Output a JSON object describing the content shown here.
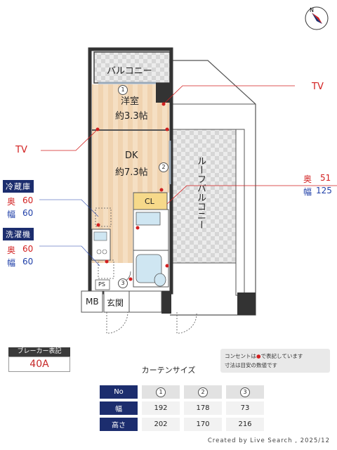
{
  "rooms": {
    "balcony": "バルコニー",
    "western_room": "洋室",
    "western_room_size": "約3.3帖",
    "dk": "DK",
    "dk_size": "約7.3帖",
    "closet": "CL",
    "roof_balcony": "ルーフバルコニー",
    "mb": "MB",
    "entrance": "玄関",
    "ps": "PS"
  },
  "window_markers": [
    "1",
    "2",
    "3"
  ],
  "callouts": {
    "tv_right": "TV",
    "tv_left": "TV",
    "ac": {
      "depth_label": "奥",
      "depth": "51",
      "width_label": "幅",
      "width": "125"
    },
    "fridge": {
      "title": "冷蔵庫",
      "depth_label": "奥",
      "depth": "60",
      "width_label": "幅",
      "width": "60"
    },
    "washer": {
      "title": "洗濯機",
      "depth_label": "奥",
      "depth": "60",
      "width_label": "幅",
      "width": "60"
    }
  },
  "breaker": {
    "title": "ブレーカー表記",
    "value": "40A"
  },
  "note": {
    "line1_pre": "コンセントは",
    "line1_post": "で表記しています",
    "line2": "寸法は目安の数値です"
  },
  "curtain": {
    "title": "カーテンサイズ",
    "header": "No",
    "numbers": [
      "1",
      "2",
      "3"
    ],
    "rows": [
      {
        "label": "幅",
        "values": [
          "192",
          "178",
          "73"
        ]
      },
      {
        "label": "高さ",
        "values": [
          "202",
          "170",
          "216"
        ]
      }
    ]
  },
  "credit": "Created by Live Search , 2025/12",
  "colors": {
    "navy": "#1c2d6e",
    "red": "#d21f1f",
    "blue": "#1f3fa8",
    "floor": "#f3dcc0",
    "wall": "#333333"
  },
  "compass": "compass-icon"
}
